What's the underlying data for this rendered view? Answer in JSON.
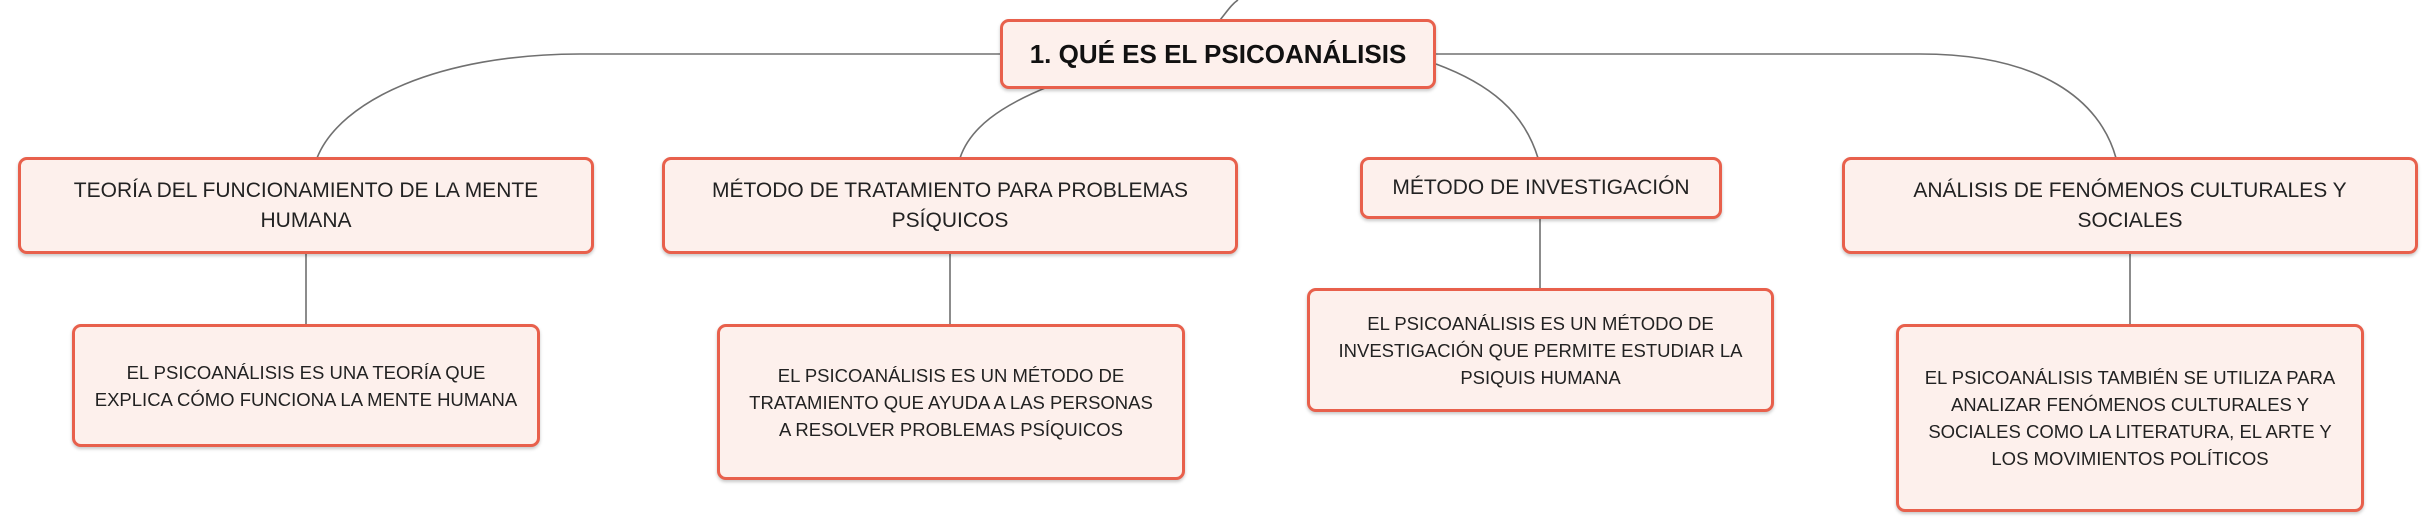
{
  "root": {
    "label": "1. QUÉ ES EL PSICOANÁLISIS"
  },
  "branches": [
    {
      "label": "TEORÍA DEL FUNCIONAMIENTO DE LA MENTE HUMANA",
      "detail": "EL PSICOANÁLISIS ES UNA TEORÍA QUE EXPLICA CÓMO FUNCIONA LA MENTE HUMANA"
    },
    {
      "label": "MÉTODO DE TRATAMIENTO PARA PROBLEMAS PSÍQUICOS",
      "detail": "EL PSICOANÁLISIS ES UN MÉTODO DE TRATAMIENTO QUE AYUDA A LAS PERSONAS A RESOLVER PROBLEMAS PSÍQUICOS"
    },
    {
      "label": "MÉTODO DE INVESTIGACIÓN",
      "detail": "EL PSICOANÁLISIS ES UN MÉTODO DE INVESTIGACIÓN QUE PERMITE ESTUDIAR LA PSIQUIS HUMANA"
    },
    {
      "label": "ANÁLISIS DE FENÓMENOS CULTURALES Y SOCIALES",
      "detail": "EL PSICOANÁLISIS TAMBIÉN SE UTILIZA PARA ANALIZAR FENÓMENOS CULTURALES Y SOCIALES COMO LA LITERATURA, EL ARTE Y LOS MOVIMIENTOS POLÍTICOS"
    }
  ],
  "colors": {
    "node_border": "#e8604c",
    "node_fill": "#fdf0ec",
    "connector": "#707070",
    "text": "#222222"
  }
}
